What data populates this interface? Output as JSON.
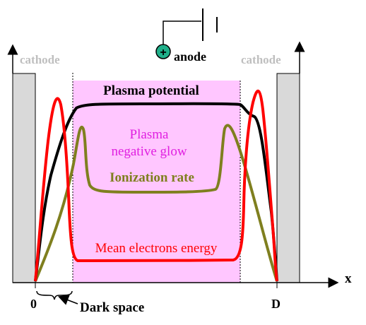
{
  "labels": {
    "cathode_left": "cathode",
    "cathode_right": "cathode",
    "anode": "anode",
    "anode_symbol": "+",
    "plasma_potential": "Plasma potential",
    "plasma_line1": "Plasma",
    "plasma_line2": "negative glow",
    "ionization_rate": "Ionization rate",
    "mean_energy": "Mean electrons energy",
    "x_axis": "x",
    "origin": "0",
    "d": "D",
    "dark_space": "Dark space"
  },
  "colors": {
    "plasma_fill": "#ffc6ff",
    "cathode_fill": "#d9d9d9",
    "cathode_text": "#bfbfbf",
    "potential_curve": "#000000",
    "ionization_curve": "#7f7f1f",
    "energy_curve": "#ff0000",
    "plasma_text": "#e020e0",
    "anode_fill": "#20b08a"
  }
}
